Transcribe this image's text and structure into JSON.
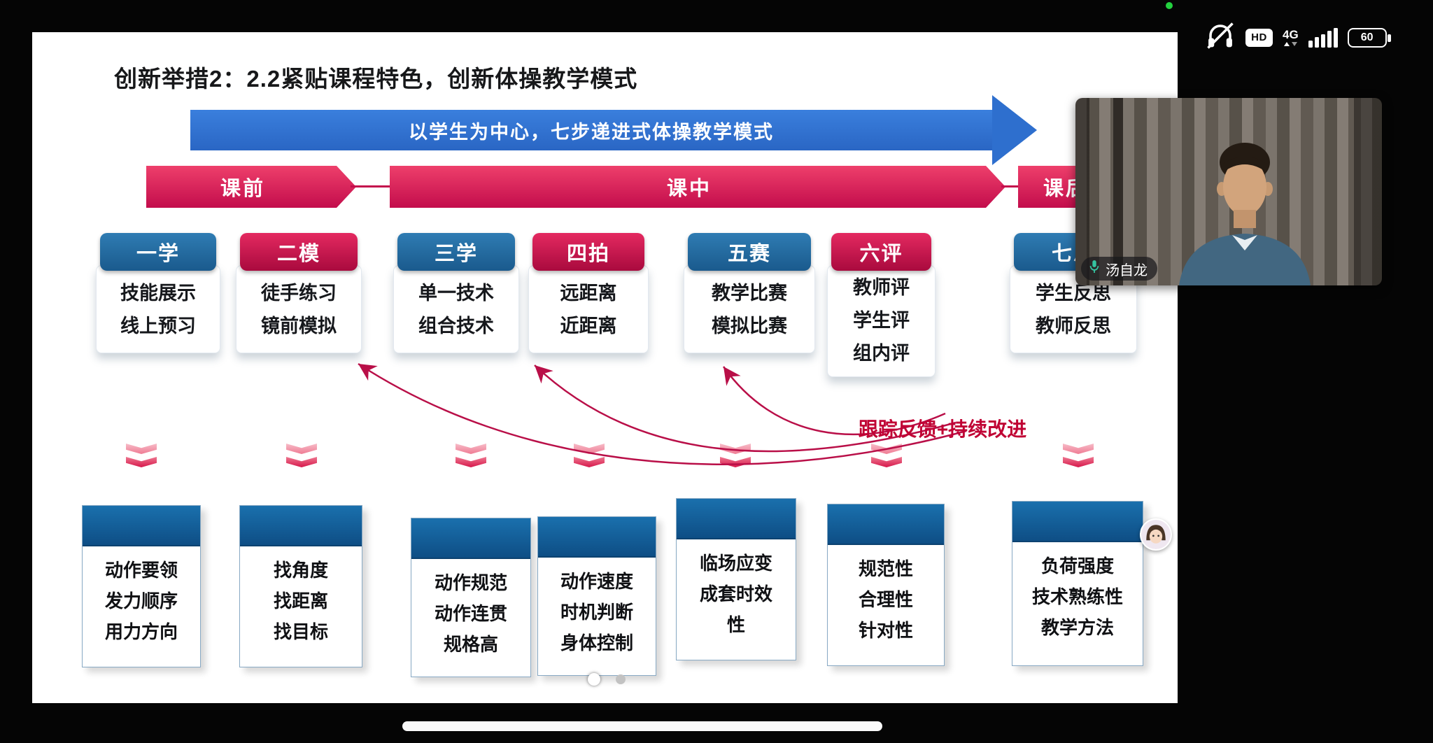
{
  "status_bar": {
    "hd": "HD",
    "network": "4G",
    "battery": "60"
  },
  "participant": {
    "name": "汤自龙"
  },
  "pager": {
    "dots": 2,
    "active": 1
  },
  "slide": {
    "title": "创新举措2：2.2紧贴课程特色，创新体操教学模式",
    "banner": "以学生为中心，七步递进式体操教学模式",
    "phases": [
      {
        "label": "课前"
      },
      {
        "label": "课中"
      },
      {
        "label": "课后"
      }
    ],
    "steps": [
      {
        "title": "一学",
        "lines": [
          "技能展示",
          "线上预习"
        ]
      },
      {
        "title": "二模",
        "lines": [
          "徒手练习",
          "镜前模拟"
        ]
      },
      {
        "title": "三学",
        "lines": [
          "单一技术",
          "组合技术"
        ]
      },
      {
        "title": "四拍",
        "lines": [
          "远距离",
          "近距离"
        ]
      },
      {
        "title": "五赛",
        "lines": [
          "教学比赛",
          "模拟比赛"
        ]
      },
      {
        "title": "六评",
        "lines": [
          "教师评",
          "学生评",
          "组内评"
        ]
      },
      {
        "title": "七思",
        "lines": [
          "学生反思",
          "教师反思"
        ]
      }
    ],
    "feedback_label": "跟踪反馈+持续改进",
    "detail_boxes": [
      {
        "lines": [
          "动作要领",
          "发力顺序",
          "用力方向"
        ]
      },
      {
        "lines": [
          "找角度",
          "找距离",
          "找目标"
        ]
      },
      {
        "lines": [
          "动作规范",
          "动作连贯",
          "规格高"
        ]
      },
      {
        "lines": [
          "动作速度",
          "时机判断",
          "身体控制"
        ]
      },
      {
        "lines": [
          "临场应变",
          "成套时效",
          "性"
        ]
      },
      {
        "lines": [
          "规范性",
          "合理性",
          "针对性"
        ]
      },
      {
        "lines": [
          "负荷强度",
          "技术熟练性",
          "教学方法"
        ]
      }
    ],
    "colors": {
      "banner_blue": "#2e72d2",
      "phase_red": "#c30d4c",
      "step_blue": "#1f6395",
      "step_red": "#c8104b",
      "detail_header_blue": "#13629f",
      "feedback_red": "#c00334",
      "mic_teal": "#35c3a0"
    }
  }
}
